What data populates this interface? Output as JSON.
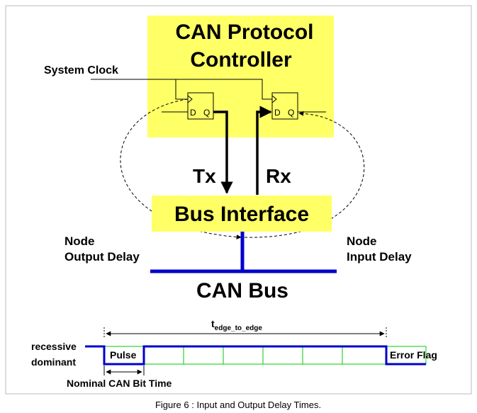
{
  "controller": {
    "line1": "CAN Protocol",
    "line2": "Controller"
  },
  "system_clock": "System Clock",
  "ff_left": {
    "d": "D",
    "q": "Q"
  },
  "ff_right": {
    "d": "D",
    "q": "Q"
  },
  "tx": "Tx",
  "rx": "Rx",
  "bus_interface": "Bus Interface",
  "node_output_delay": {
    "line1": "Node",
    "line2": "Output Delay"
  },
  "node_input_delay": {
    "line1": "Node",
    "line2": "Input Delay"
  },
  "can_bus": "CAN Bus",
  "timing": {
    "t_main": "t",
    "t_sub": "edge_to_edge",
    "recessive": "recessive",
    "dominant": "dominant",
    "pulse": "Pulse",
    "error_flag": "Error Flag",
    "nominal_bit_time": "Nominal CAN Bit Time"
  },
  "caption": "Figure 6 : Input and Output Delay Times.",
  "colors": {
    "yellow": "#FFFF66",
    "blue": "#0000CC",
    "green": "#00CC00",
    "black": "#000000"
  }
}
